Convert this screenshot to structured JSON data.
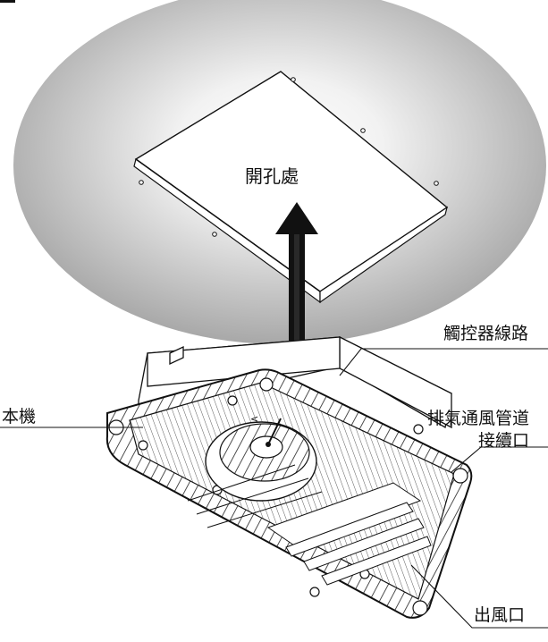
{
  "labels": {
    "opening": "開孔處",
    "controller_wiring": "觸控器線路",
    "unit": "本機",
    "duct_connection_line1": "排氣通風管道",
    "duct_connection_line2": "接續口",
    "air_outlet": "出風口"
  },
  "colors": {
    "ceiling_shade_center": "#ffffff",
    "ceiling_shade_edge": "#a9a9a9",
    "line": "#111111",
    "arrow": "#111111"
  },
  "icons": {
    "arrow": "up-arrow-icon"
  }
}
